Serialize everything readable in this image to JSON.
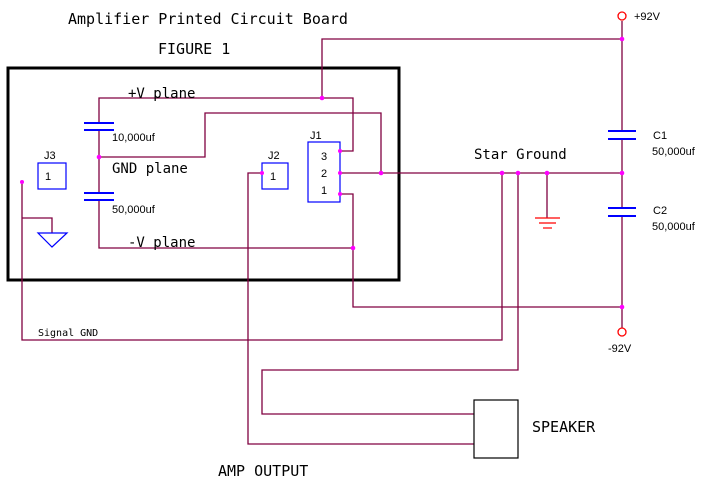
{
  "title": "Amplifier Printed Circuit Board",
  "figure_label": "FIGURE 1",
  "colors": {
    "wire": "#800040",
    "component": "#0000ff",
    "text": "#000000",
    "board_outline": "#000000",
    "node": "#ff00ff",
    "power_terminal": "#ff0000"
  },
  "board": {
    "plus_v_plane": "+V plane",
    "gnd_plane": "GND plane",
    "minus_v_plane": "-V plane",
    "cap_top_value": "10,000uf",
    "cap_bottom_value": "50,000uf"
  },
  "connectors": {
    "j3": {
      "label": "J3",
      "pins": [
        "1"
      ]
    },
    "j2": {
      "label": "J2",
      "pins": [
        "1"
      ]
    },
    "j1": {
      "label": "J1",
      "pins": [
        "3",
        "2",
        "1"
      ]
    }
  },
  "supply": {
    "positive": "+92V",
    "negative": "-92V",
    "c1_name": "C1",
    "c1_value": "50,000uf",
    "c2_name": "C2",
    "c2_value": "50,000uf"
  },
  "star_ground": "Star Ground",
  "signal_gnd": "Signal GND",
  "speaker": "SPEAKER",
  "amp_output": "AMP OUTPUT",
  "icons": [
    "ground-symbol-icon",
    "chassis-ground-icon",
    "capacitor-icon"
  ]
}
